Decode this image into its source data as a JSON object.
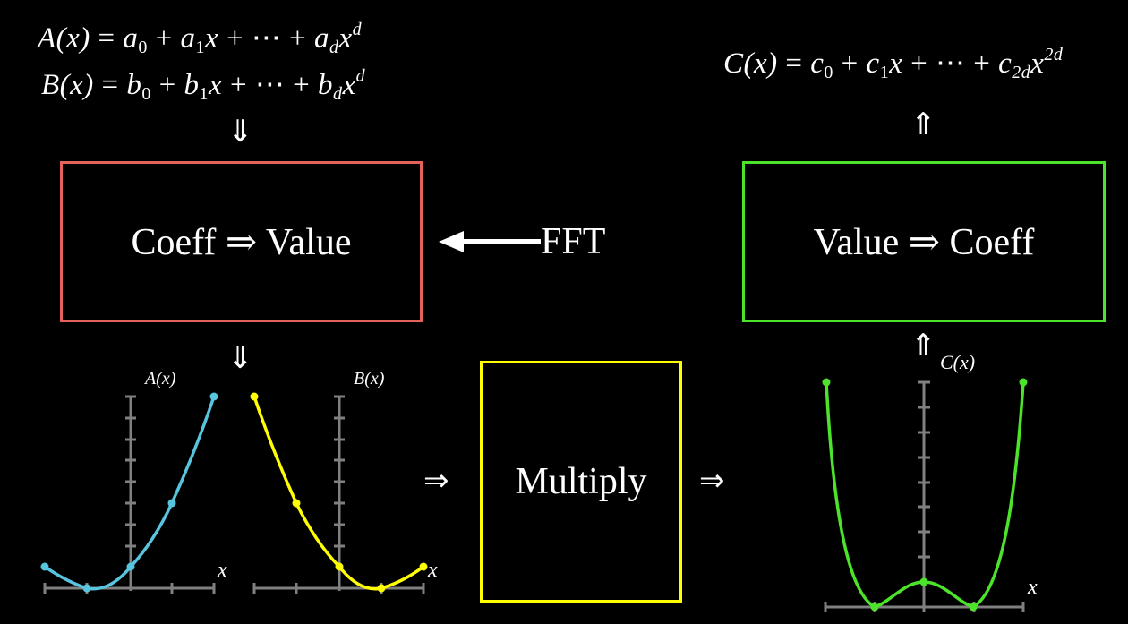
{
  "equations": {
    "a": {
      "lhs": "A(x)",
      "c0": "a",
      "s0": "0",
      "c1": "a",
      "s1": "1",
      "var": "x",
      "dots": "⋯",
      "cd": "a",
      "sd": "d",
      "exp": "d"
    },
    "b": {
      "lhs": "B(x)",
      "c0": "b",
      "s0": "0",
      "c1": "b",
      "s1": "1",
      "var": "x",
      "dots": "⋯",
      "cd": "b",
      "sd": "d",
      "exp": "d"
    },
    "c": {
      "lhs": "C(x)",
      "c0": "c",
      "s0": "0",
      "c1": "c",
      "s1": "1",
      "var": "x",
      "dots": "⋯",
      "cd": "c",
      "sd": "2d",
      "exp": "2d"
    }
  },
  "symbols": {
    "equals": "=",
    "plus": "+",
    "implies_down": "⇓",
    "implies_up": "⇑",
    "implies_right": "⇒"
  },
  "boxes": {
    "coeff_to_value": {
      "label": "Coeff ⇒ Value",
      "color": "#e3625a"
    },
    "value_to_coeff": {
      "label": "Value ⇒ Coeff",
      "color": "#4be42a"
    },
    "multiply": {
      "label": "Multiply",
      "color": "#ffff00"
    }
  },
  "fft": {
    "label": "FFT",
    "arrow": "left"
  },
  "plots": {
    "a": {
      "label": "A(x)",
      "xlabel": "x",
      "color": "#58c4dd"
    },
    "b": {
      "label": "B(x)",
      "xlabel": "x",
      "color": "#ffff00"
    },
    "c": {
      "label": "C(x)",
      "xlabel": "x",
      "color": "#4be42a"
    }
  },
  "axis_color": "#808080",
  "chart_data": [
    {
      "type": "line",
      "title": "A(x)",
      "xlabel": "x",
      "x": [
        -2,
        -1,
        0,
        1,
        2
      ],
      "values": [
        0.5,
        0,
        0.5,
        2,
        4.5
      ],
      "ylim": [
        0,
        4.5
      ],
      "grid": false
    },
    {
      "type": "line",
      "title": "B(x)",
      "xlabel": "x",
      "x": [
        -2,
        -1,
        0,
        1,
        2
      ],
      "values": [
        4.5,
        2,
        0.5,
        0,
        0.5
      ],
      "ylim": [
        0,
        4.5
      ],
      "grid": false
    },
    {
      "type": "line",
      "title": "C(x)",
      "xlabel": "x",
      "x": [
        -2,
        -1,
        0,
        1,
        2
      ],
      "values": [
        9,
        0,
        0.25,
        0,
        9
      ],
      "ylim": [
        0,
        9
      ],
      "grid": false
    }
  ]
}
